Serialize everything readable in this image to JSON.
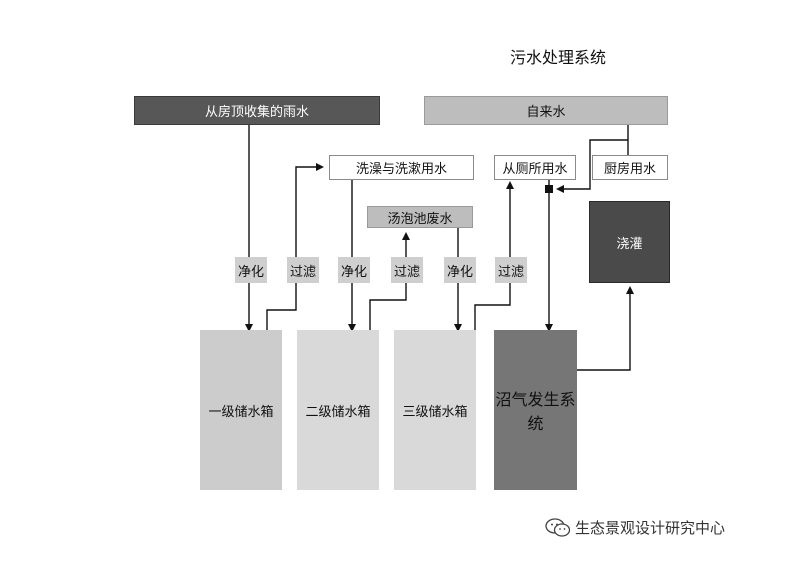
{
  "title": "污水处理系统",
  "sources": {
    "rain": "从房顶收集的雨水",
    "tap": "自来水"
  },
  "uses": {
    "wash": "洗澡与洗漱用水",
    "bath": "汤泡池废水",
    "toilet": "从厕所用水",
    "kitchen": "厨房用水"
  },
  "steps": {
    "purify": "净化",
    "filter": "过滤"
  },
  "tanks": {
    "t1": "一级储水箱",
    "t2": "二级储水箱",
    "t3": "三级储水箱",
    "biogas": "沼气发生系统",
    "irrigation": "浇灌"
  },
  "watermark": "生态景观设计研究中心"
}
